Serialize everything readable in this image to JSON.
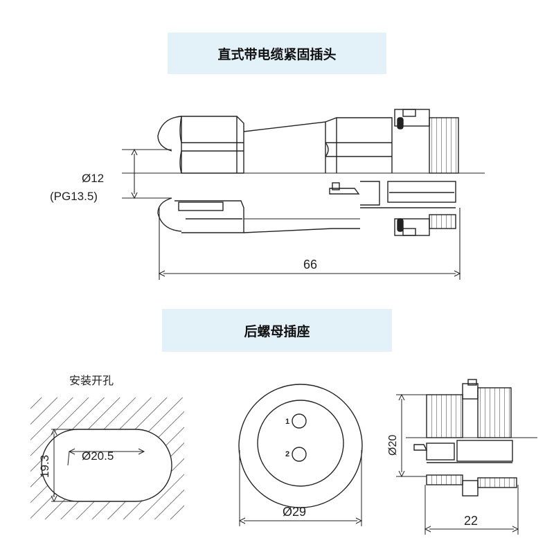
{
  "section_plug": {
    "title": "直式带电缆紧固插头",
    "dim_cable_diameter": "Ø12",
    "dim_cable_gland": "(PG13.5)",
    "dim_length": "66"
  },
  "section_socket": {
    "title": "后螺母插座",
    "panel_cutout_label": "安装开孔",
    "dim_cutout_diameter": "Ø20.5",
    "dim_cutout_flat": "19.3",
    "pin_1": "1",
    "pin_2": "2",
    "dim_face_diameter": "Ø29",
    "dim_thread_diameter": "Ø20",
    "dim_socket_length": "22"
  }
}
